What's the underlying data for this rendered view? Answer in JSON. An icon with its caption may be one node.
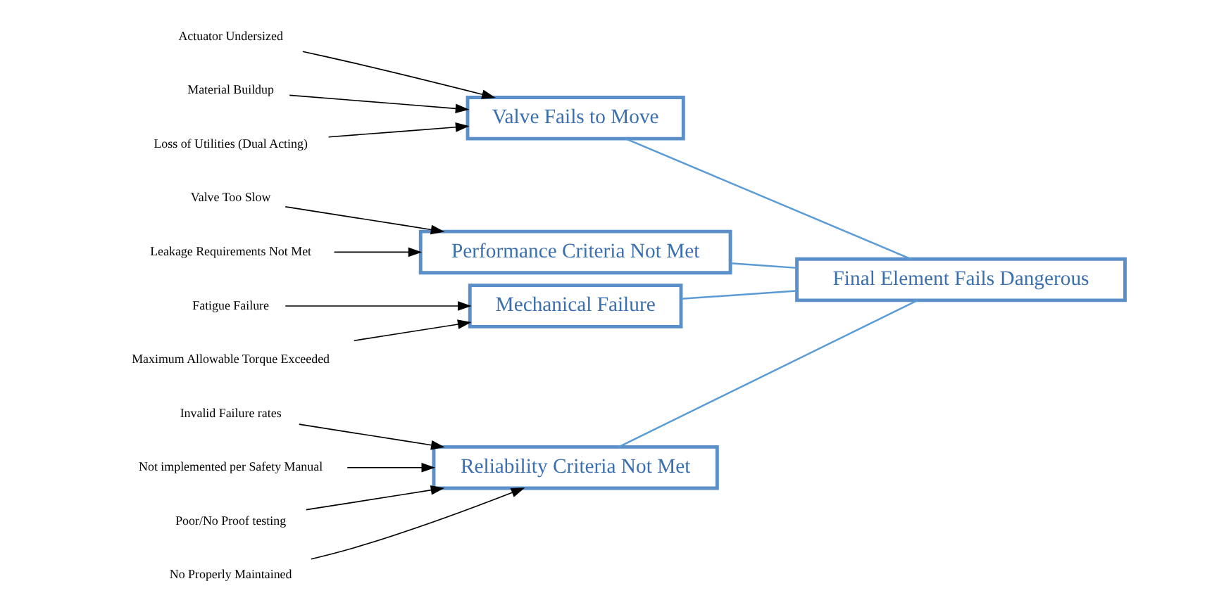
{
  "diagram": {
    "nodes": [
      {
        "text": [
          "Reliability Criteria Not Met"
        ]
      },
      {
        "text": [
          "Valve Fails to Move"
        ]
      },
      {
        "text": [
          "Invalid Failure rates"
        ]
      },
      {
        "text": [
          "Actuator Undersized"
        ]
      },
      {
        "text": [
          "Not implemented per Safety Manual"
        ]
      },
      {
        "text": [
          "Material Buildup"
        ]
      },
      {
        "text": [
          "Loss of Utilities (Dual Acting)"
        ]
      },
      {
        "text": [
          "Poor/No Proof testing"
        ]
      },
      {
        "text": [
          "No Properly Maintained"
        ]
      },
      {
        "text": [
          "Final Element Fails Dangerous"
        ]
      },
      {
        "text": [
          "Valve Too Slow"
        ]
      },
      {
        "text": [
          "Fatigue Failure"
        ]
      },
      {
        "text": [
          "Leakage Requirements Not Met"
        ]
      },
      {
        "text": [
          "Maximum Allowable Torque Exceeded"
        ]
      },
      {
        "text": [
          "Performance Criteria Not Met"
        ]
      },
      {
        "text": [
          "Mechanical Failure"
        ]
      }
    ],
    "edges": [
      {
        "from": 2,
        "to": 0,
        "arrow": "to"
      },
      {
        "from": 4,
        "to": 0,
        "arrow": "to"
      },
      {
        "from": 7,
        "to": 0,
        "arrow": "to"
      },
      {
        "from": 8,
        "to": 0,
        "arrow": "to"
      },
      {
        "from": 3,
        "to": 1,
        "arrow": "to"
      },
      {
        "from": 5,
        "to": 1,
        "arrow": "to"
      },
      {
        "from": 6,
        "to": 1,
        "arrow": "to"
      },
      {
        "from": 10,
        "to": 14,
        "arrow": "to"
      },
      {
        "from": 12,
        "to": 14,
        "arrow": "to"
      },
      {
        "from": 11,
        "to": 15,
        "arrow": "to"
      },
      {
        "from": 13,
        "to": 15,
        "arrow": "to"
      },
      {
        "from": 0,
        "to": 9,
        "arrow": "none",
        "color": "#5b9bd5"
      },
      {
        "from": 1,
        "to": 9,
        "arrow": "none",
        "color": "#5b9bd5"
      },
      {
        "from": 14,
        "to": 9,
        "arrow": "none",
        "color": "#5b9bd5"
      },
      {
        "from": 15,
        "to": 9,
        "arrow": "none",
        "color": "#5b9bd5"
      }
    ]
  }
}
